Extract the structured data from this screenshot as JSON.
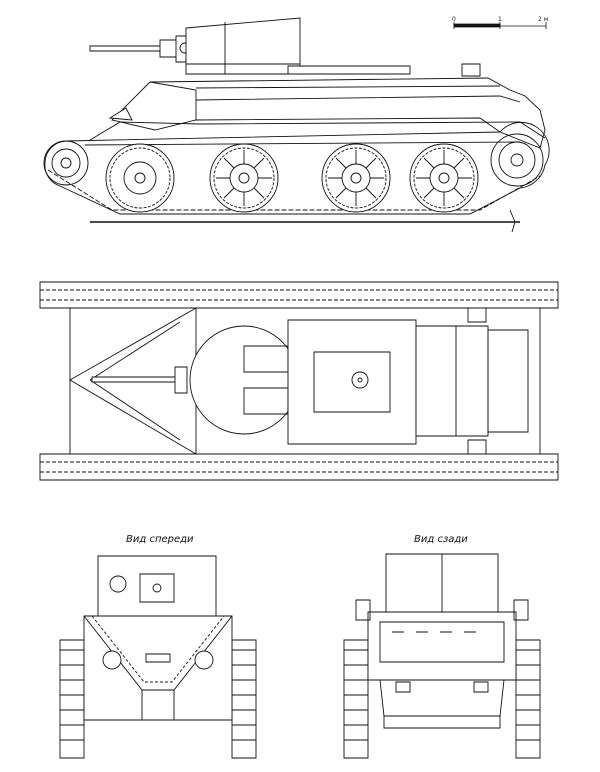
{
  "scale_bar": {
    "start_label": "0",
    "mid_label": "1",
    "end_label": "2 м"
  },
  "labels": {
    "front_view": "Вид спереди",
    "rear_view": "Вид сзади"
  },
  "colors": {
    "ink": "#111111",
    "paper": "#ffffff"
  }
}
